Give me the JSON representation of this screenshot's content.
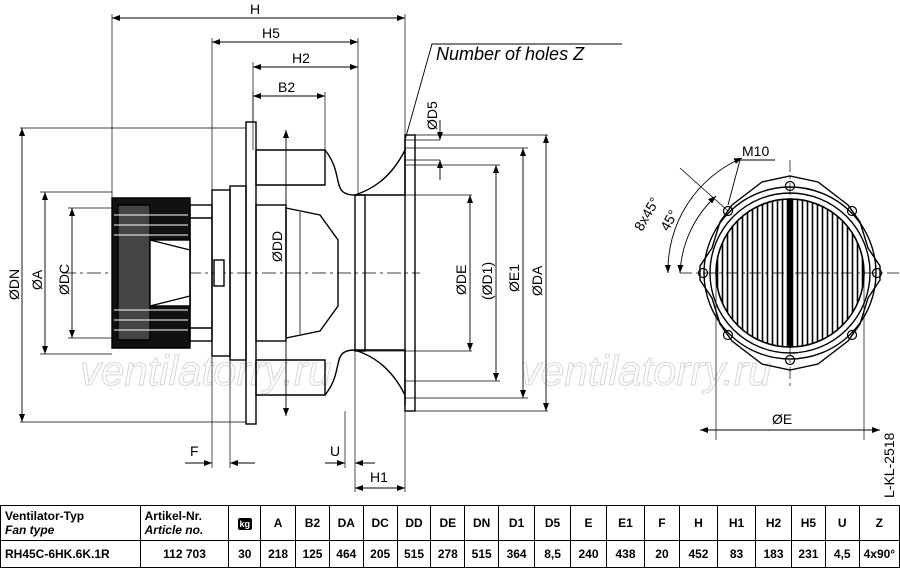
{
  "drawing": {
    "note_holes": "Number of holes Z",
    "watermark": "ventilatorry.ru",
    "side_view": {
      "dim_labels": {
        "H": "H",
        "H5": "H5",
        "H2": "H2",
        "B2": "B2",
        "D5": "ØD5",
        "DN": "ØDN",
        "A": "ØA",
        "DC": "ØDC",
        "DD": "ØDD",
        "DE": "ØDE",
        "D1": "(ØD1)",
        "E1": "ØE1",
        "DA": "ØDA",
        "F": "F",
        "U": "U",
        "H1": "H1"
      }
    },
    "front_view": {
      "dim_labels": {
        "holes": "8x45°",
        "angle": "45°",
        "thread": "M10",
        "E": "ØE"
      },
      "drawing_no": "L-KL-2518"
    }
  },
  "table": {
    "header": {
      "type_label_de": "Ventilator-Typ",
      "type_label_en": "Fan type",
      "article_label_de": "Artikel-Nr.",
      "article_label_en": "Article no.",
      "weight_icon": "kg",
      "columns": [
        "A",
        "B2",
        "DA",
        "DC",
        "DD",
        "DE",
        "DN",
        "D1",
        "D5",
        "E",
        "E1",
        "F",
        "H",
        "H1",
        "H2",
        "H5",
        "U",
        "Z"
      ]
    },
    "row": {
      "fan_type": "RH45C-6HK.6K.1R",
      "article_no": "112 703",
      "weight": "30",
      "values": [
        "218",
        "125",
        "464",
        "205",
        "515",
        "278",
        "515",
        "364",
        "8,5",
        "240",
        "438",
        "20",
        "452",
        "83",
        "183",
        "231",
        "4,5",
        "4x90°"
      ]
    }
  }
}
